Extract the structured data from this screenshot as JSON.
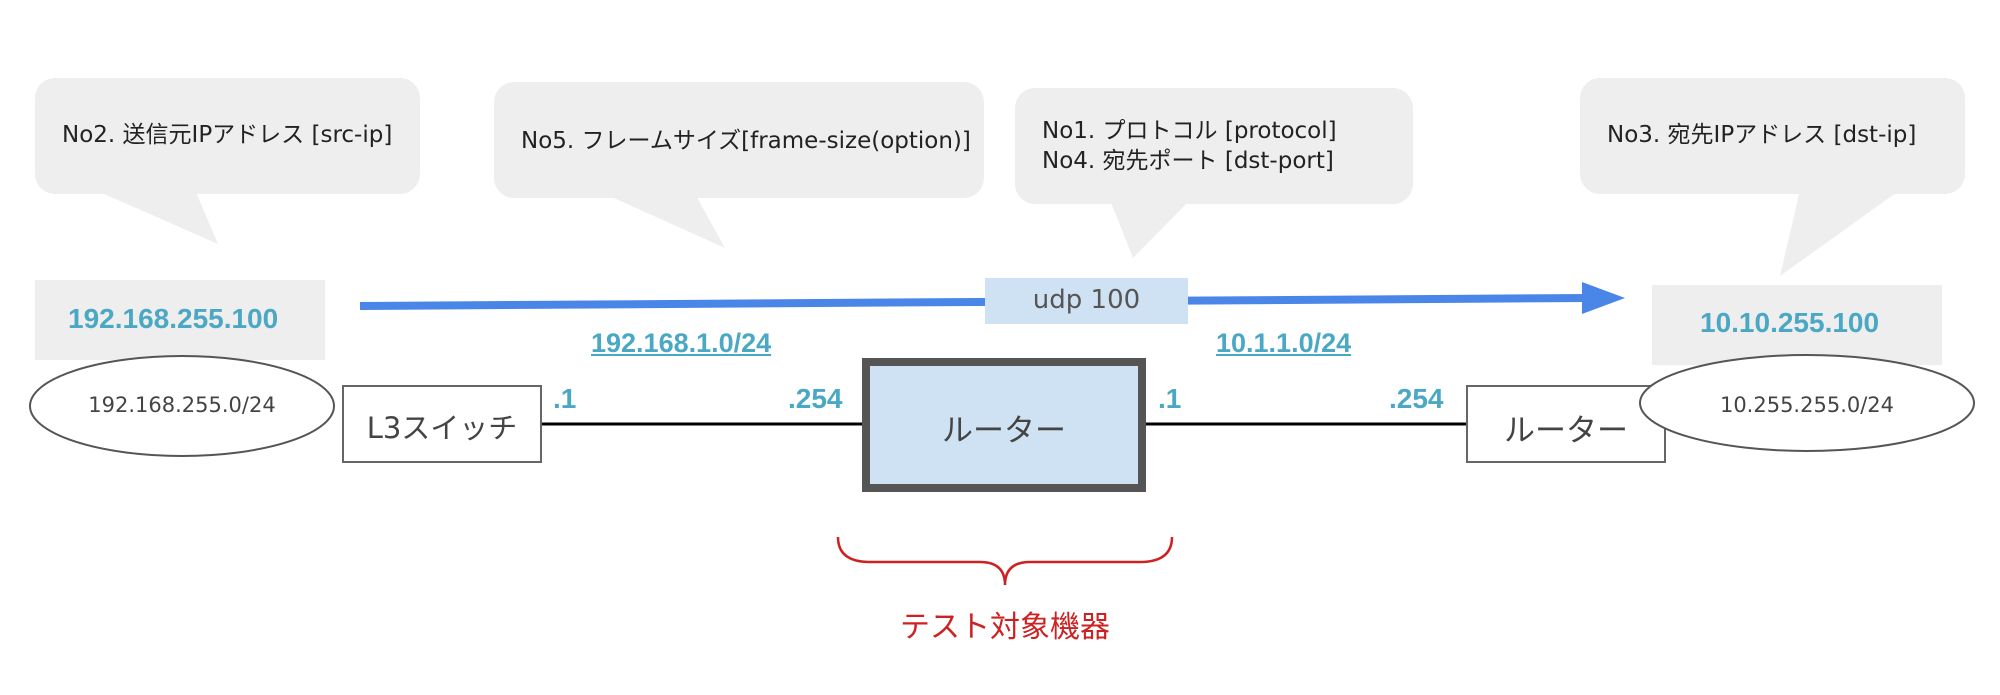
{
  "colors": {
    "callout_bg": "#eeeeee",
    "ip_text": "#4aa8c4",
    "flow_arrow": "#4a86e8",
    "dut_fill": "#cfe2f3",
    "dut_border": "#555555",
    "bracket": "#cc2222",
    "ip_box_bg": "#eeeeee"
  },
  "callouts": {
    "src_ip": "No2. 送信元IPアドレス [src-ip]",
    "frame_size": "No5. フレームサイズ[frame-size(option)]",
    "protocol_line1": "No1. プロトコル [protocol]",
    "protocol_line2": "No4. 宛先ポート [dst-port]",
    "dst_ip": "No3. 宛先IPアドレス [dst-ip]"
  },
  "hosts": {
    "src_ip": "192.168.255.100",
    "dst_ip": "10.10.255.100"
  },
  "flow": {
    "label": "udp 100"
  },
  "subnets": {
    "left_link": "192.168.1.0/24",
    "right_link": "10.1.1.0/24"
  },
  "networks": {
    "left": "192.168.255.0/24",
    "right": "10.255.255.0/24"
  },
  "devices": {
    "l3_switch": "L3スイッチ",
    "dut_router": "ルーター",
    "right_router": "ルーター"
  },
  "ports": {
    "switch_port": ".1",
    "dut_left_port": ".254",
    "dut_right_port": ".1",
    "router_port": ".254"
  },
  "dut": {
    "label": "テスト対象機器"
  }
}
